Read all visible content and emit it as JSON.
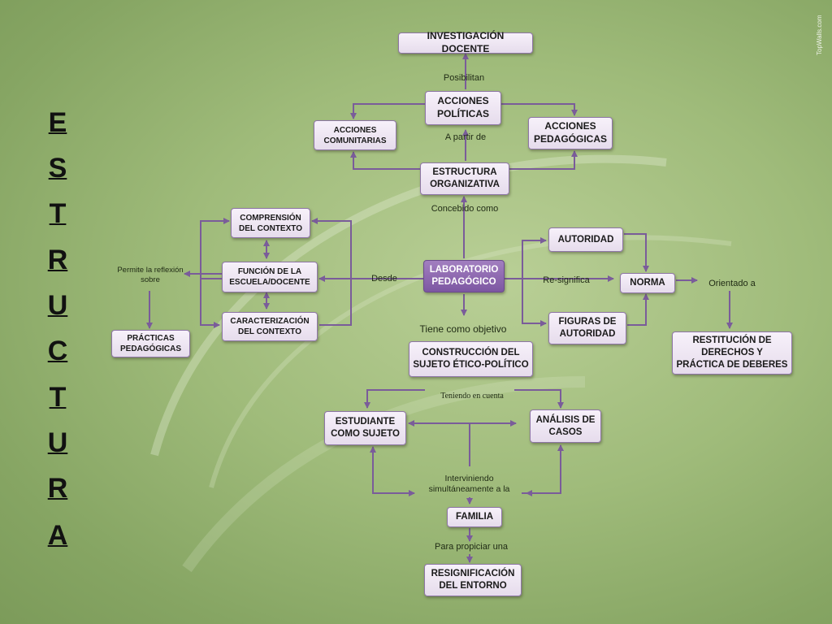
{
  "title_letters": [
    "E",
    "S",
    "T",
    "R",
    "U",
    "C",
    "T",
    "U",
    "R",
    "A"
  ],
  "watermark": "TopWalls.com",
  "nodes": {
    "investigacion": "INVESTIGACIÓN DOCENTE",
    "acciones_politicas": "ACCIONES POLÍTICAS",
    "acciones_comunitarias": "ACCIONES COMUNITARIAS",
    "acciones_pedagogicas": "ACCIONES PEDAGÓGICAS",
    "estructura": "ESTRUCTURA ORGANIZATIVA",
    "comprension": "COMPRENSIÓN DEL CONTEXTO",
    "funcion": "FUNCIÓN DE LA ESCUELA/DOCENTE",
    "caracterizacion": "CARACTERIZACIÓN DEL CONTEXTO",
    "practicas": "PRÁCTICAS PEDAGÓGICAS",
    "laboratorio": "LABORATORIO PEDAGÓGICO",
    "autoridad": "AUTORIDAD",
    "norma": "NORMA",
    "figuras": "FIGURAS DE AUTORIDAD",
    "restitucion": "RESTITUCIÓN DE DERECHOS Y PRÁCTICA DE DEBERES",
    "construccion": "CONSTRUCCIÓN DEL SUJETO ÉTICO-POLÍTICO",
    "estudiante": "ESTUDIANTE COMO SUJETO",
    "analisis": "ANÁLISIS DE CASOS",
    "familia": "FAMILIA",
    "resignificacion": "RESIGNIFICACIÓN DEL ENTORNO"
  },
  "labels": {
    "posibilitan": "Posibilitan",
    "a_partir_de": "A partir de",
    "concebido_como": "Concebido como",
    "permite": "Permite la reflexión sobre",
    "desde": "Desde",
    "re_significa": "Re-significa",
    "orientado": "Orientado a",
    "tiene_objetivo": "Tiene como objetivo",
    "teniendo": "Teniendo en cuenta",
    "interviniendo": "Interviniendo simultáneamente a la",
    "propiciar": "Para propiciar una"
  }
}
